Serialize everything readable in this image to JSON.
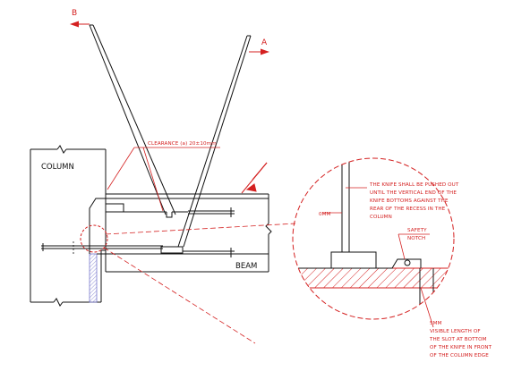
{
  "labels": {
    "section_b": "B",
    "section_a": "A",
    "column": "COLUMN",
    "beam": "BEAM",
    "clearance": "CLEARANCE (a) 20±10mm",
    "dim_0mm": "0MM",
    "knife_note": [
      "THE KNIFE SHALL BE PUSHED OUT",
      "UNTIL THE VERTICAL END OF THE",
      "KNIFE BOTTOMS AGAINST THE",
      "REAR OF THE RECESS IN THE",
      "COLUMN"
    ],
    "safety_notch": [
      "SAFETY",
      "NOTCH"
    ],
    "dim_5mm": "5MM",
    "slot_note": [
      "VISIBLE LENGTH OF",
      "THE SLOT AT BOTTOM",
      "OF THE KNIFE IN FRONT",
      "OF THE COLUMN EDGE"
    ]
  },
  "colors": {
    "line": "#111111",
    "annotation": "#d42020",
    "hatch": "#d42020",
    "weld": "#7777cc"
  },
  "icons": {
    "section_arrow": "arrow-right-icon",
    "break_mark": "zigzag-break-icon",
    "detail_callout": "detail-circle-icon"
  }
}
